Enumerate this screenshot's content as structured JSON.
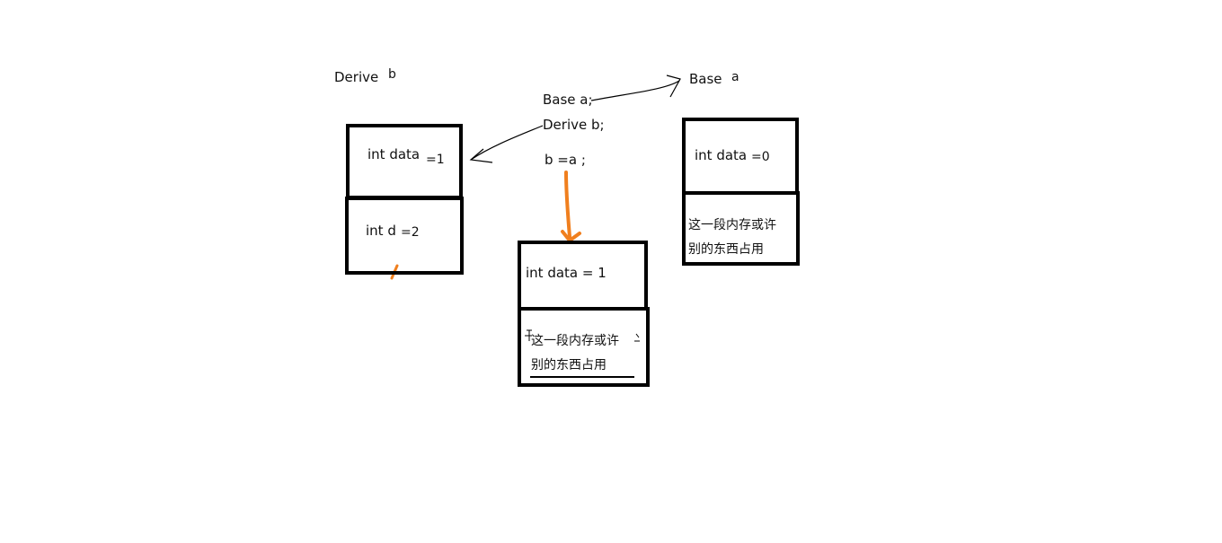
{
  "labels": {
    "derive_var": "Derive",
    "derive_var_letter": "b",
    "base_var": "Base",
    "base_var_letter": "a"
  },
  "code": {
    "line1": "Base a;",
    "line2": "Derive b;",
    "line3": "b =a ;"
  },
  "derive_object": {
    "field1_name": "int data",
    "field1_value": "=1",
    "field2_name": "int d",
    "field2_value": "=2"
  },
  "base_object": {
    "field1_name": "int data",
    "field1_value": "=0",
    "memory_note_line1": "这一段内存或许",
    "memory_note_line2": "别的东西占用"
  },
  "result_object": {
    "field1": "int data = 1",
    "memory_note_line1": "这一段内存或许",
    "memory_note_line2": "别的东西占用"
  },
  "colors": {
    "ink": "#000000",
    "accent": "#f07f1e"
  }
}
